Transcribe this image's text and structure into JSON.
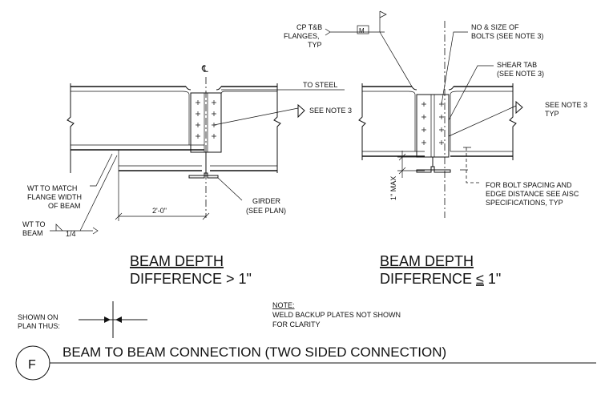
{
  "detail": {
    "letter": "F",
    "title": "BEAM TO BEAM CONNECTION (TWO SIDED CONNECTION)"
  },
  "left_detail": {
    "caption_line1": "BEAM DEPTH",
    "caption_line2": "DIFFERENCE > 1\"",
    "centerline_symbol": "℄",
    "labels": {
      "to_steel": "TO STEEL",
      "see_note_3": "SEE NOTE 3",
      "wt_match_1": "WT TO MATCH",
      "wt_match_2": "FLANGE WIDTH",
      "wt_match_3": "OF BEAM",
      "wt_to_1": "WT TO",
      "wt_to_2": "BEAM",
      "weld_size": "1/4",
      "dimension": "2'-0\"",
      "girder_1": "GIRDER",
      "girder_2": "(SEE PLAN)"
    }
  },
  "right_detail": {
    "caption_line1": "BEAM DEPTH",
    "caption_line2_prefix": "DIFFERENCE ",
    "caption_line2_symbol": "≤",
    "caption_line2_value": " 1\"",
    "labels": {
      "cp_1": "CP T&B",
      "cp_2": "FLANGES,",
      "cp_3": "TYP",
      "weld_m": "M",
      "bolts_1": "NO & SIZE OF",
      "bolts_2": "BOLTS (SEE NOTE 3)",
      "shear_tab_1": "SHEAR TAB",
      "shear_tab_2": "(SEE NOTE 3)",
      "see_note_3_1": "SEE NOTE 3",
      "see_note_3_2": "TYP",
      "max": "1\" MAX",
      "bolt_spacing_1": "FOR BOLT SPACING AND",
      "bolt_spacing_2": "EDGE DISTANCE SEE AISC",
      "bolt_spacing_3": "SPECIFICATIONS, TYP"
    }
  },
  "legend": {
    "shown_1": "SHOWN ON",
    "shown_2": "PLAN THUS:"
  },
  "note": {
    "heading": "NOTE:",
    "line1": "WELD BACKUP PLATES NOT SHOWN",
    "line2": "FOR CLARITY"
  }
}
